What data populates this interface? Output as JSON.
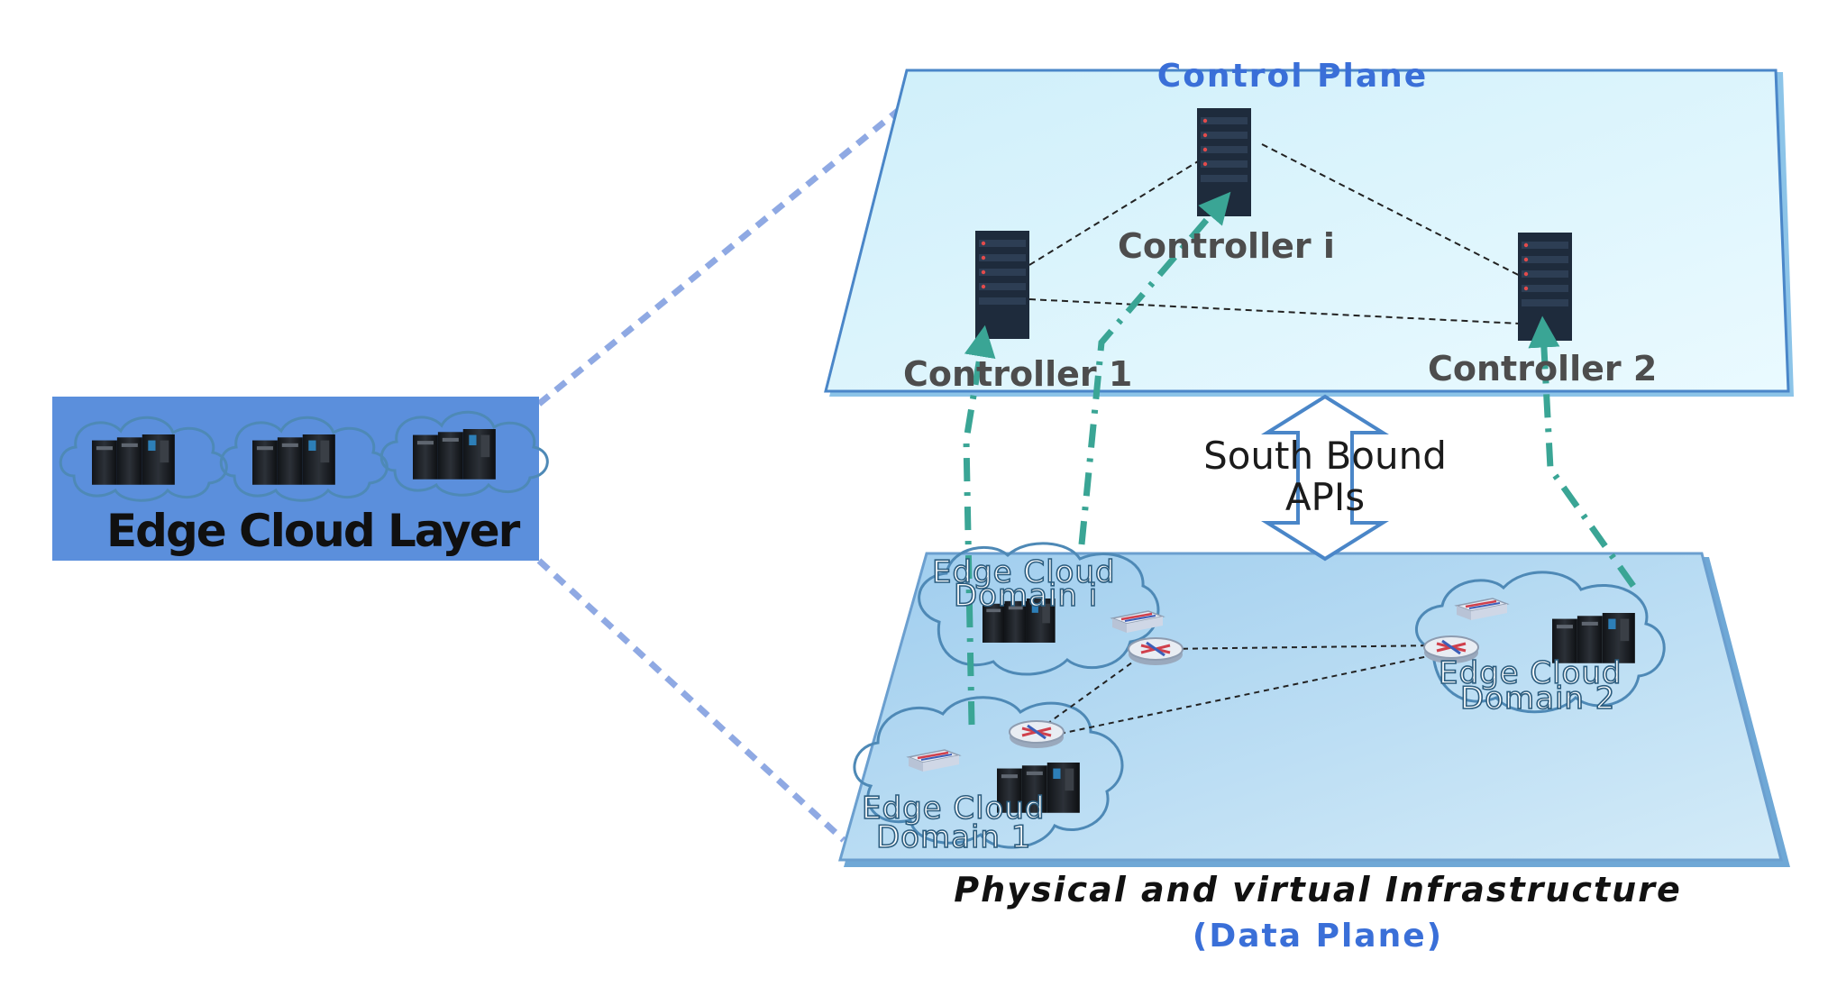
{
  "edge_layer": {
    "label": "Edge Cloud Layer"
  },
  "control_plane": {
    "title": "Control Plane",
    "controllers": [
      "Controller 1",
      "Controller i",
      "Controller 2"
    ]
  },
  "south_bound": {
    "line1": "South Bound",
    "line2": "APIs"
  },
  "data_plane": {
    "domains": [
      {
        "line1": "Edge Cloud",
        "line2": "Domain i"
      },
      {
        "line1": "Edge Cloud",
        "line2": "Domain 2"
      },
      {
        "line1": "Edge Cloud",
        "line2": "Domain 1"
      }
    ],
    "caption": "Physical and virtual Infrastructure",
    "subcaption": "(Data Plane)"
  },
  "colors": {
    "edge_box": "#5b8fdc",
    "control_plane_fill": "#d8f3fb",
    "data_plane_fill": "#b5d8f0",
    "plane_border": "#4a86c8",
    "link_dashed": "#8fa9e3",
    "dashdot_arrow": "#3aa595"
  }
}
